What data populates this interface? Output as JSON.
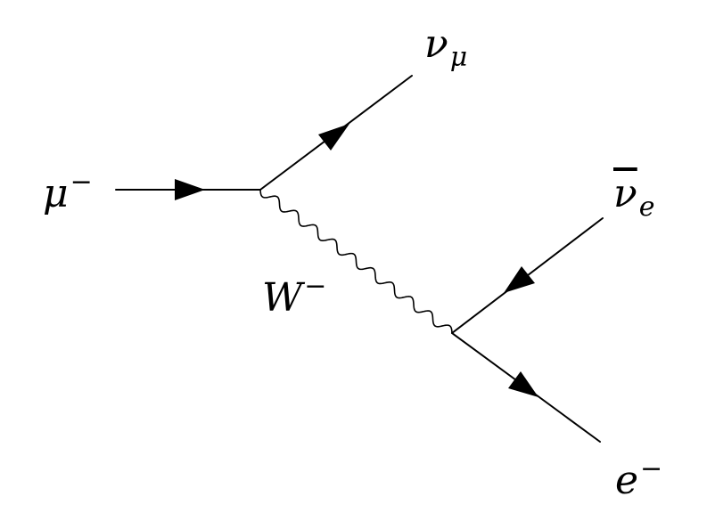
{
  "diagram": {
    "type": "feynman-diagram",
    "labels": {
      "muon": {
        "symbol": "μ",
        "superscript": "−"
      },
      "muon_neutrino": {
        "symbol": "ν",
        "subscript": "μ"
      },
      "w_boson": {
        "symbol": "W",
        "superscript": "−"
      },
      "electron_antineutrino": {
        "symbol": "ν",
        "subscript": "e"
      },
      "electron": {
        "symbol": "e",
        "superscript": "−"
      }
    },
    "edges": [
      {
        "name": "incoming-muon",
        "kind": "fermion"
      },
      {
        "name": "outgoing-muon-neutrino",
        "kind": "fermion"
      },
      {
        "name": "w-boson-propagator",
        "kind": "boson"
      },
      {
        "name": "incoming-electron-antineutrino",
        "kind": "fermion"
      },
      {
        "name": "outgoing-electron",
        "kind": "fermion"
      }
    ],
    "colors": {
      "ink": "#000000",
      "background": "#ffffff"
    }
  }
}
